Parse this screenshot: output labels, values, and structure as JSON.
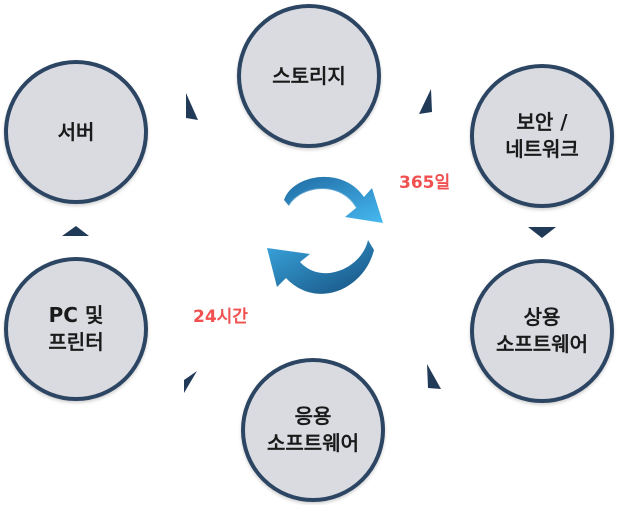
{
  "nodes": {
    "storage": {
      "lines": [
        "스토리지"
      ]
    },
    "security_network": {
      "lines": [
        "보안 /",
        "네트워크"
      ]
    },
    "commercial_software": {
      "lines": [
        "상용",
        "소프트웨어"
      ]
    },
    "application_software": {
      "lines": [
        "응용",
        "소프트웨어"
      ]
    },
    "pc_printer": {
      "lines": [
        "PC 및",
        "프린터"
      ]
    },
    "server": {
      "lines": [
        "서버"
      ]
    }
  },
  "labels": {
    "days": "365일",
    "hours": "24시간"
  },
  "colors": {
    "node_fill": "#d9dbe1",
    "node_border": "#2c4562",
    "arrow": "#213a58",
    "label_text": "#f0504f",
    "cycle_dark": "#1b5c8e",
    "cycle_light": "#3fb0ea"
  },
  "icons": {
    "center": "refresh-cycle-icon",
    "flow": "triangle-arrow-icon"
  }
}
